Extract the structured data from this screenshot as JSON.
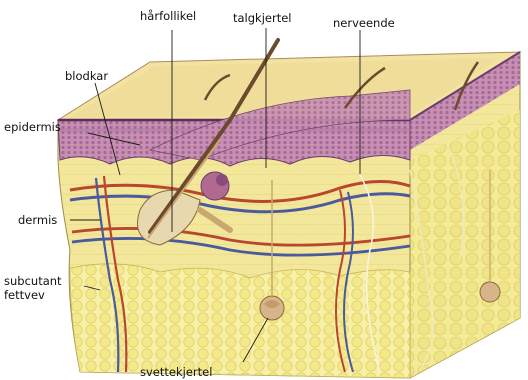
{
  "labels": {
    "harfollikel": "hårfollikel",
    "talgkjertel": "talgkjertel",
    "nerveende": "nerveende",
    "blodkar": "blodkar",
    "epidermis": "epidermis",
    "dermis": "dermis",
    "subcutant_line1": "subcutant",
    "subcutant_line2": "fettvev",
    "svettekjertel": "svettekjertel"
  },
  "colors": {
    "epidermis_purple": "#8a5a86",
    "epidermis_pink": "#d9a0bf",
    "dermis_yellow": "#f3e79c",
    "fat_yellow": "#f6ef9a",
    "artery_red": "#b9462e",
    "vein_blue": "#4a5a9c",
    "hair_brown": "#6b4a2e"
  }
}
